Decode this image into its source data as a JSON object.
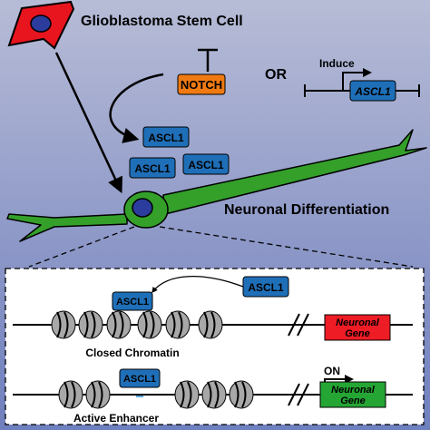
{
  "labels": {
    "stem_cell": "Glioblastoma Stem Cell",
    "or": "OR",
    "induce": "Induce",
    "neuronal_differentiation": "Neuronal Differentiation",
    "closed_chromatin": "Closed Chromatin",
    "active_enhancer": "Active Enhancer",
    "on": "ON"
  },
  "boxes": {
    "notch": "NOTCH",
    "ascl1_gene": "ASCL1",
    "ascl1_a": "ASCL1",
    "ascl1_b": "ASCL1",
    "ascl1_c": "ASCL1",
    "ascl1_incoming": "ASCL1",
    "ascl1_closed": "ASCL1",
    "ascl1_active": "ASCL1",
    "neuronal_gene_closed": [
      "Neuronal",
      "Gene"
    ],
    "neuronal_gene_active": [
      "Neuronal",
      "Gene"
    ]
  },
  "colors": {
    "cell_red": "#e8141e",
    "nucleus_blue": "#2b3c9c",
    "notch_orange": "#f07a12",
    "ascl1_blue": "#1f6fb8",
    "neuron_green": "#34a02a",
    "gene_off_red": "#ee1c25",
    "gene_on_green": "#25a534",
    "nucleosome_gray": "#a8a8a8"
  }
}
